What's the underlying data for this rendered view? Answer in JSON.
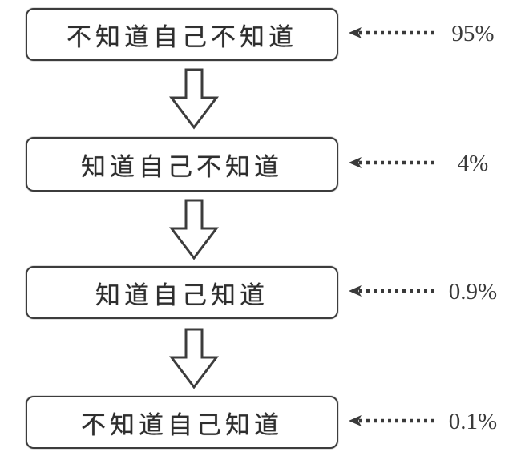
{
  "diagram": {
    "title": "knowledge-awareness-flow",
    "colors": {
      "ink": "#3a3a3a",
      "box_border": "#3c3c3c",
      "background": "#ffffff"
    },
    "rows": [
      {
        "label": "不知道自己不知道",
        "percent": "95%"
      },
      {
        "label": "知道自己不知道",
        "percent": "4%"
      },
      {
        "label": "知道自己知道",
        "percent": "0.9%"
      },
      {
        "label": "不知道自己知道",
        "percent": "0.1%"
      }
    ],
    "icons": {
      "down_arrow": "hollow-down-block-arrow",
      "dotted_arrow": "dotted-left-arrow"
    }
  }
}
